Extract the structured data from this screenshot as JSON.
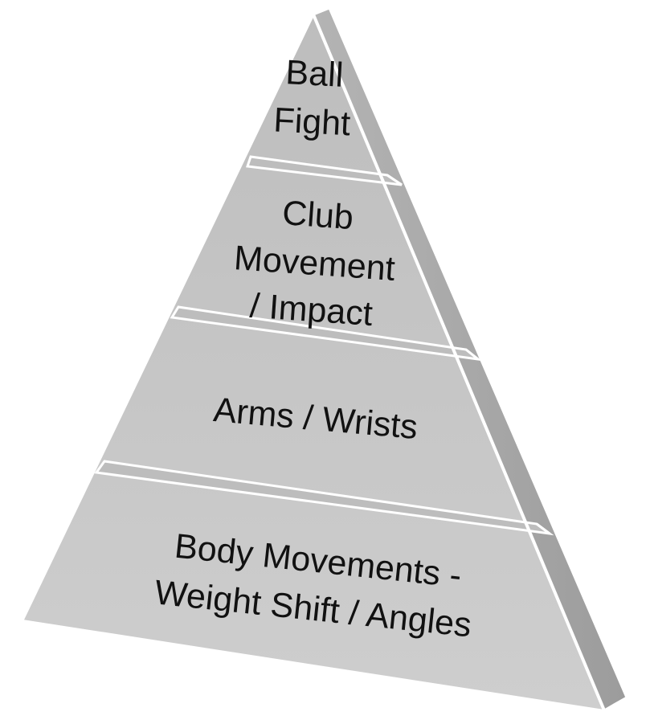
{
  "tiers": [
    {
      "id": "ball-flight",
      "lines": [
        "Ball",
        "Fight"
      ]
    },
    {
      "id": "club-movement",
      "lines": [
        "Club",
        "Movement",
        "/ Impact"
      ]
    },
    {
      "id": "arms-wrists",
      "lines": [
        "Arms / Wrists"
      ]
    },
    {
      "id": "body-movements",
      "lines": [
        "Body Movements -",
        "Weight Shift / Angles"
      ]
    }
  ],
  "colors": {
    "front": "#c7c7c7",
    "side": "#a9a9a9",
    "seam": "#ffffff",
    "text": "#111111"
  }
}
